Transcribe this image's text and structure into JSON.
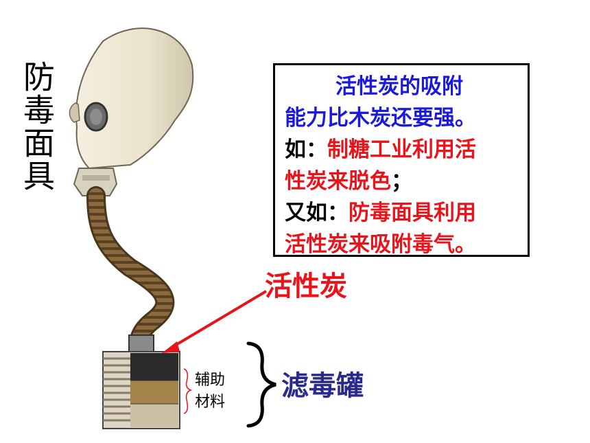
{
  "title_vertical": "防毒面具",
  "info_box": {
    "line1": "活性炭的吸附",
    "line2": "能力比木炭还要强。",
    "line3_prefix": "如：",
    "line3_red": "制糖工业利用活",
    "line4_red": "性炭来脱色",
    "line4_suffix": "；",
    "line5_prefix": "又如：",
    "line5_red": "防毒面具利用",
    "line6_red": "活性炭来吸附毒气。"
  },
  "labels": {
    "activated_carbon": "活性炭",
    "filter_canister": "滤毒罐",
    "aux_line1": "辅助",
    "aux_line2": "材料"
  },
  "colors": {
    "blue_text": "#1a1adb",
    "red_text": "#e8141c",
    "canister_label": "#2a2a8c"
  }
}
